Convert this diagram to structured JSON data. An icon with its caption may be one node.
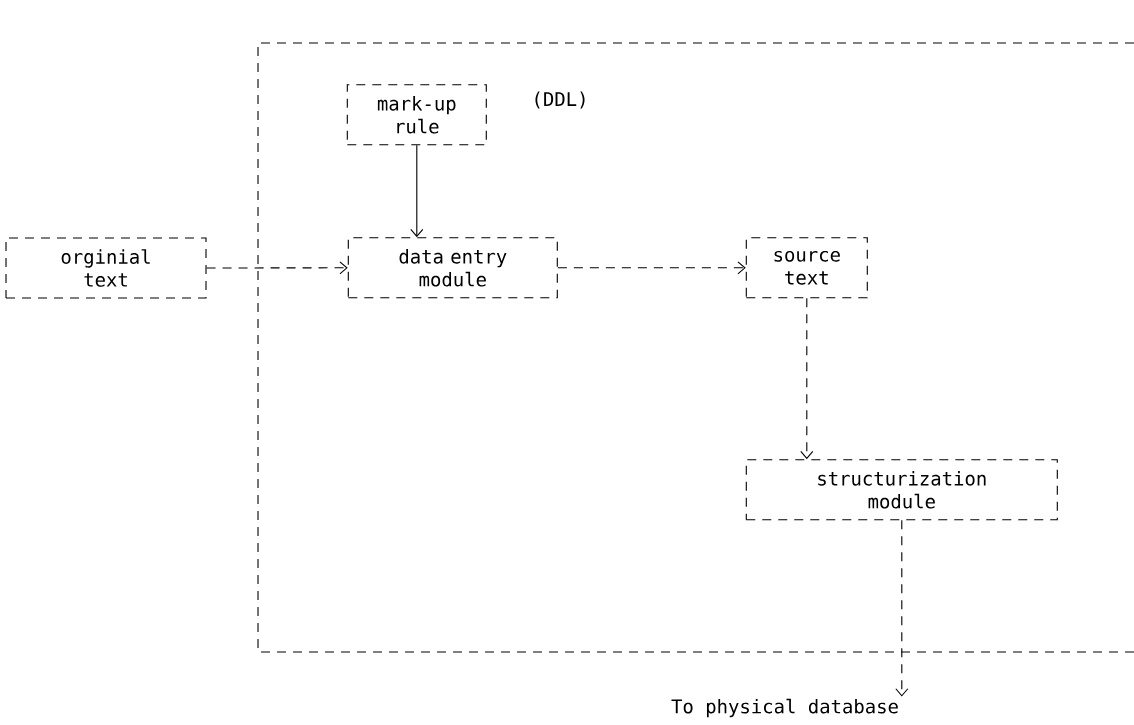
{
  "diagram": {
    "nodes": [
      {
        "text": [],
        "shape": "box"
      },
      {
        "text": [
          "mark-up rule"
        ],
        "in": 0
      },
      {
        "text": [
          "orginial text"
        ]
      },
      {
        "text": [
          "data entry module"
        ],
        "in": 0
      },
      {
        "text": [
          "source text"
        ],
        "in": 0
      },
      {
        "text": [
          "structurization module"
        ],
        "in": 0
      },
      {
        "text": [
          "To physical database"
        ]
      }
    ],
    "edges": [
      {
        "from": 1,
        "to": 3,
        "arrow": "to"
      },
      {
        "from": 2,
        "to": 3,
        "arrow": "to",
        "style": "dashed"
      },
      {
        "from": 3,
        "to": 4,
        "arrow": "to",
        "style": "dashed"
      },
      {
        "from": 4,
        "to": 5,
        "arrow": "to",
        "style": "dashed"
      },
      {
        "from": 5,
        "to": 6,
        "arrow": "to",
        "style": "dashed"
      }
    ],
    "labels": [
      "(DDL)"
    ]
  }
}
